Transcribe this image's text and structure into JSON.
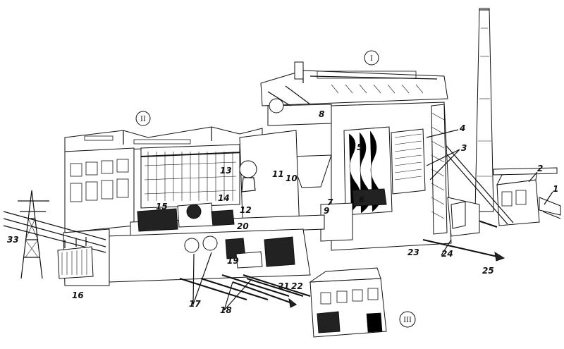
{
  "diagram": {
    "sections": [
      {
        "id": "I",
        "label": "I"
      },
      {
        "id": "II",
        "label": "II"
      },
      {
        "id": "III",
        "label": "III"
      }
    ],
    "callouts": [
      "1",
      "2",
      "3",
      "4",
      "5",
      "6",
      "7",
      "8",
      "9",
      "10",
      "11",
      "12",
      "13",
      "14",
      "15",
      "16",
      "17",
      "18",
      "19",
      "20",
      "21",
      "22",
      "23",
      "24",
      "25",
      "33"
    ]
  }
}
